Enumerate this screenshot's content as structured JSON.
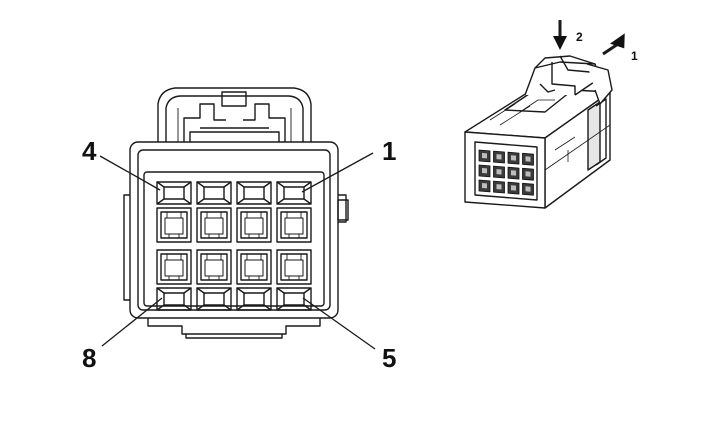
{
  "front_view": {
    "pin_labels": {
      "top_left": "4",
      "top_right": "1",
      "bottom_left": "8",
      "bottom_right": "5"
    }
  },
  "iso_view": {
    "arrow_labels": {
      "press": "2",
      "pull": "1"
    }
  },
  "colors": {
    "line": "#1a1a1a",
    "face": "#ffffff",
    "shade": "#d9d9d9",
    "dark": "#555555"
  }
}
